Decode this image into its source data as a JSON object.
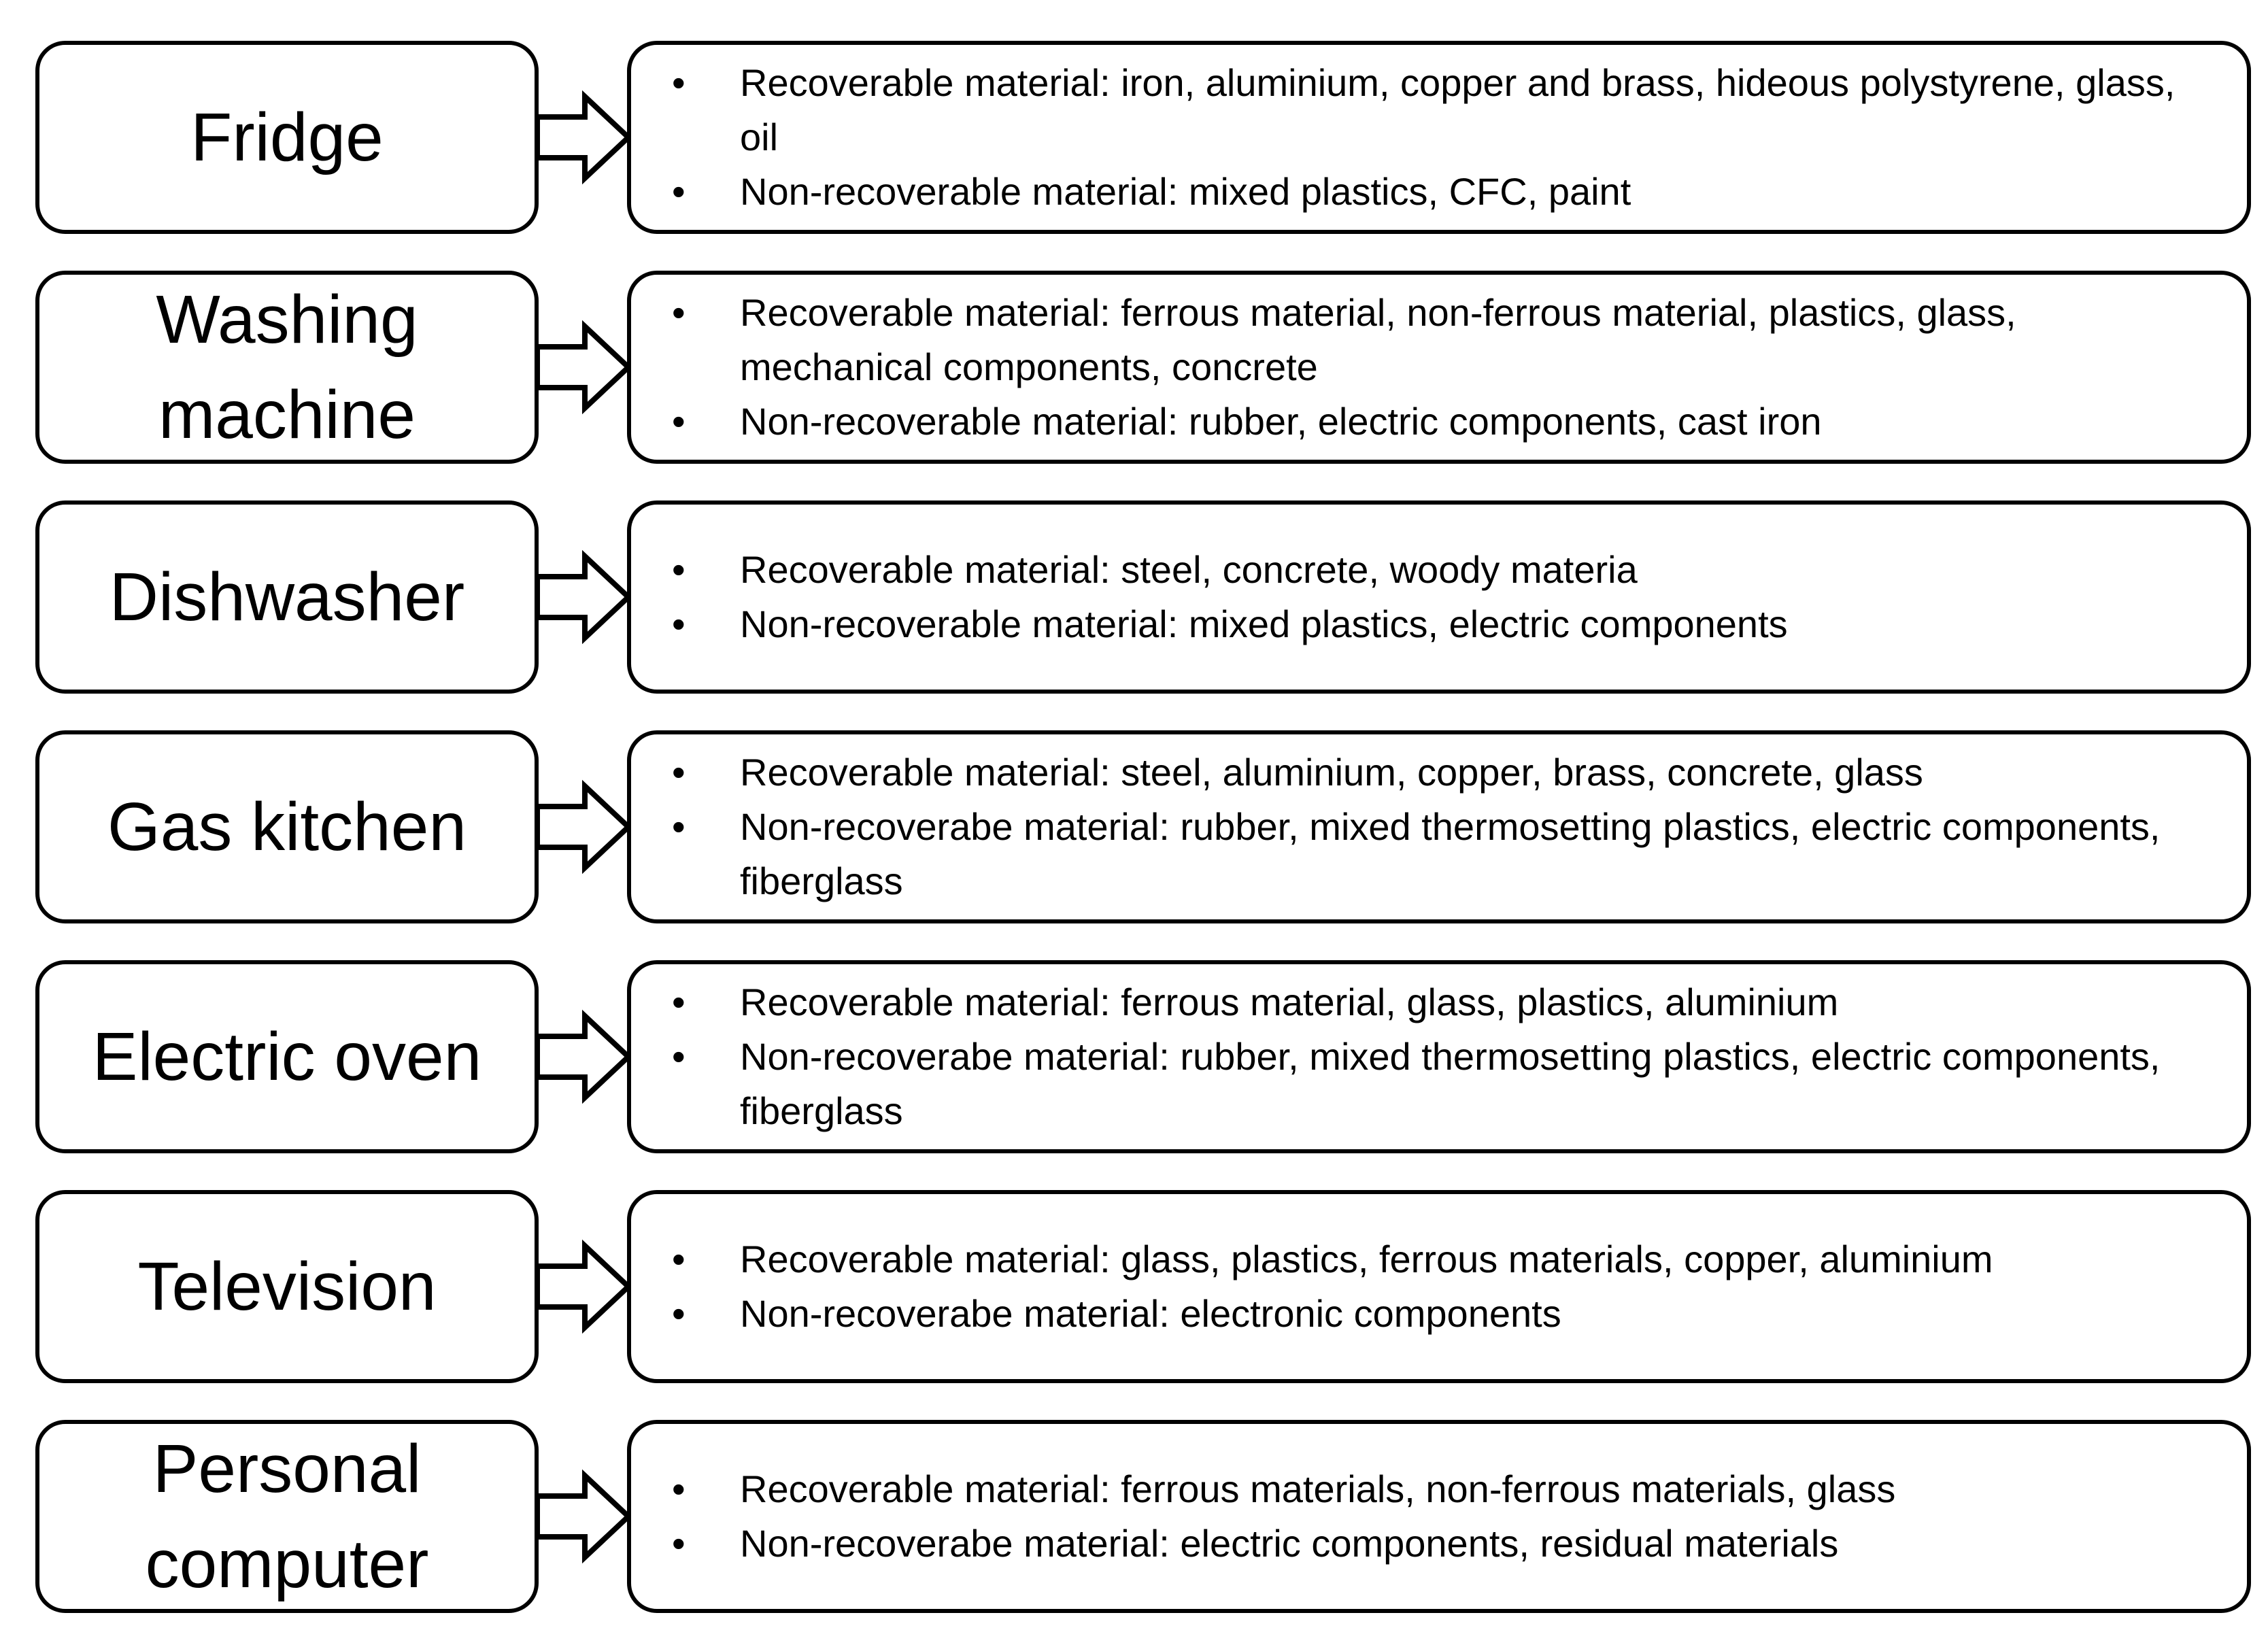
{
  "rows": [
    {
      "appliance": "Fridge",
      "recoverable": "Recoverable material: iron, aluminium, copper and brass, hideous polystyrene, glass, oil",
      "non_recoverable": "Non-recoverable material: mixed plastics, CFC, paint"
    },
    {
      "appliance": "Washing machine",
      "recoverable": "Recoverable material: ferrous material, non-ferrous material, plastics, glass, mechanical components, concrete",
      "non_recoverable": "Non-recoverable material: rubber, electric components, cast iron"
    },
    {
      "appliance": "Dishwasher",
      "recoverable": "Recoverable material: steel, concrete, woody materia",
      "non_recoverable": "Non-recoverable material: mixed plastics, electric components"
    },
    {
      "appliance": "Gas kitchen",
      "recoverable": "Recoverable material: steel, aluminium, copper, brass, concrete, glass",
      "non_recoverable": "Non-recoverabe material: rubber, mixed thermosetting plastics, electric components, fiberglass"
    },
    {
      "appliance": "Electric oven",
      "recoverable": "Recoverable material: ferrous material, glass, plastics, aluminium",
      "non_recoverable": "Non-recoverabe material: rubber, mixed thermosetting plastics, electric components, fiberglass"
    },
    {
      "appliance": "Television",
      "recoverable": "Recoverable material: glass, plastics, ferrous materials, copper, aluminium",
      "non_recoverable": "Non-recoverabe material: electronic components"
    },
    {
      "appliance": "Personal computer",
      "recoverable": "Recoverable material: ferrous materials, non-ferrous materials, glass",
      "non_recoverable": "Non-recoverabe material: electric components, residual materials"
    }
  ]
}
